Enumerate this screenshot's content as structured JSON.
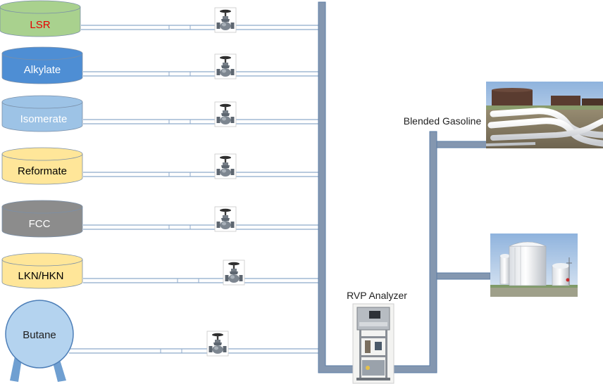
{
  "tanks": [
    {
      "label": "LSR",
      "color": "#a9d18e",
      "label_color": "#e60000"
    },
    {
      "label": "Alkylate",
      "color": "#4e8ed4",
      "label_color": "#ffffff"
    },
    {
      "label": "Isomerate",
      "color": "#9dc3e6",
      "label_color": "#ffffff"
    },
    {
      "label": "Reformate",
      "color": "#ffe699",
      "label_color": "#000000"
    },
    {
      "label": "FCC",
      "color": "#8c8c8c",
      "label_color": "#ffffff"
    },
    {
      "label": "LKN/HKN",
      "color": "#ffe699",
      "label_color": "#000000"
    }
  ],
  "sphere": {
    "label": "Butane",
    "color": "#b4d3ef",
    "leg_color": "#6f9fd1"
  },
  "valve_icon": "gate-valve-icon",
  "analyzer": {
    "label": "RVP Analyzer",
    "icon": "rvp-analyzer-cabinet-icon"
  },
  "output": {
    "label": "Blended Gasoline",
    "photo_top": "pipeline-photo",
    "photo_bottom": "storage-tank-photo"
  },
  "colors": {
    "header": "#8497b0",
    "line": "#5b7da6",
    "pipe_fill": "#ffffff",
    "pipe_edge": "#8eaacb"
  }
}
